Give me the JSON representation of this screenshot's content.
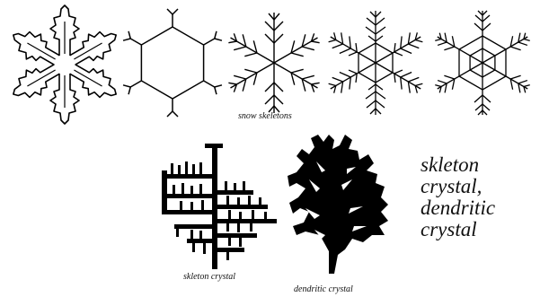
{
  "captions": {
    "snow_skeletons": "snow skeletons",
    "skeleton_crystal": "skleton crystal",
    "dendritic_crystal": "dendritic crystal"
  },
  "side_text": {
    "lines": [
      "skleton",
      "crystal,",
      "dendritic",
      "crystal"
    ]
  },
  "colors": {
    "ink": "#000000",
    "background": "#ffffff"
  }
}
